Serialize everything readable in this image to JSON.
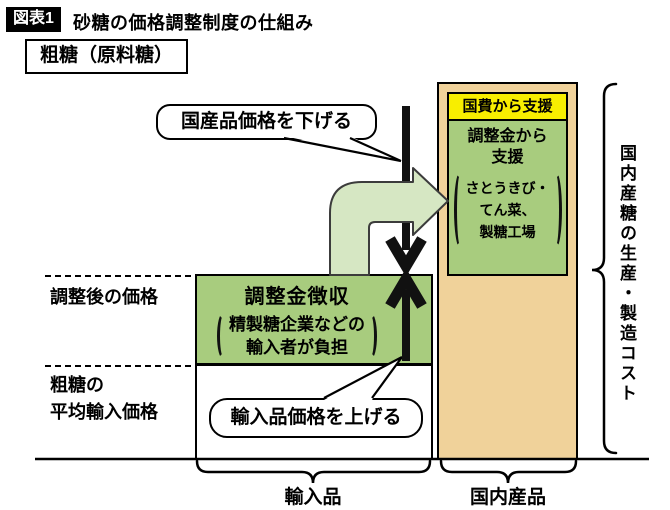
{
  "figure": {
    "badge": "図表1",
    "title": "砂糖の価格調整制度の仕組み",
    "material_label": "粗糖（原料糖）"
  },
  "callouts": {
    "lower_domestic_price": "国産品価格を下げる",
    "raise_import_price": "輸入品価格を上げる"
  },
  "domestic_support_box": {
    "header": "国費から支援",
    "body_lines": [
      "調整金から",
      "支援"
    ],
    "paren_lines": [
      "さとうきび・",
      "てん菜、",
      "製糖工場"
    ]
  },
  "levy_box": {
    "title": "調整金徴収",
    "paren_lines": [
      "精製糖企業などの",
      "輸入者が負担"
    ]
  },
  "price_labels": {
    "adjusted": "調整後の価格",
    "import_lines": [
      "粗糖の",
      "平均輸入価格"
    ]
  },
  "category_labels": {
    "imports": "輸入品",
    "domestic": "国内産品"
  },
  "right_brace_label": "国内産糖の生産・製造コスト",
  "colors": {
    "box_green": "#a8cc7e",
    "arrow_pale_green": "#d6e7c3",
    "domestic_tan": "#f0d29a",
    "header_yellow": "#f8ee00",
    "badge_black": "#000000",
    "line_black": "#000000"
  }
}
